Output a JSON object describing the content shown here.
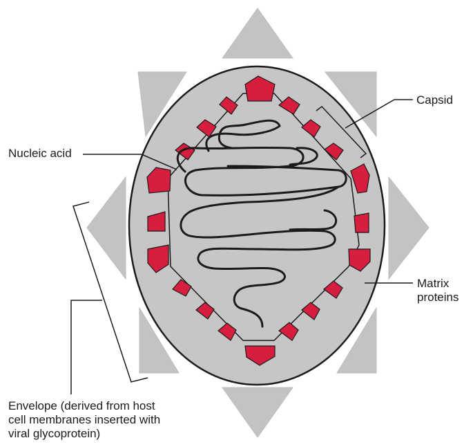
{
  "labels": {
    "capsid": "Capsid",
    "nucleic_acid": "Nucleic acid",
    "matrix_proteins": [
      "Matrix",
      "proteins"
    ],
    "envelope": [
      "Envelope (derived from host",
      "cell membranes inserted with",
      "viral glycoprotein)"
    ]
  },
  "colors": {
    "body_fill": "#c6c6c6",
    "outline": "#1a1a1a",
    "matrix_protein": "#d81e3f",
    "spike": "#c3c3c3"
  },
  "icons": {
    "glycoprotein_spike": "triangle-shape",
    "matrix_protein": "pentagon-shape"
  }
}
